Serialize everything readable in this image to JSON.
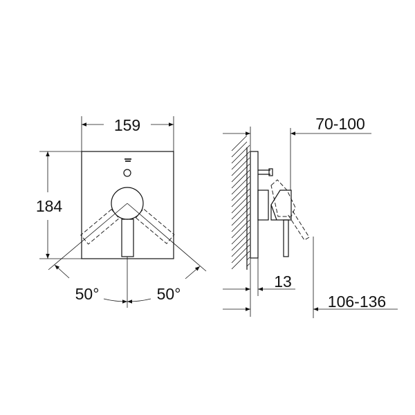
{
  "front_view": {
    "width_dim": "159",
    "height_dim": "184",
    "angle_left": "50°",
    "angle_right": "50°"
  },
  "side_view": {
    "depth_dim_top": "70-100",
    "plate_dim": "13",
    "depth_dim_bottom": "106-136"
  }
}
